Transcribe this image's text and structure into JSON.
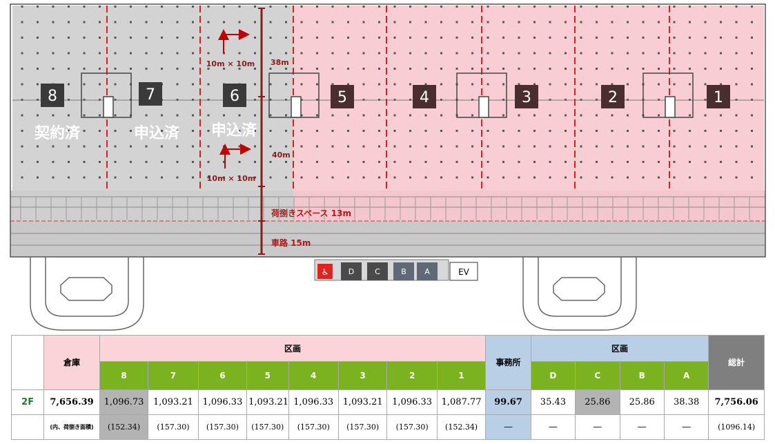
{
  "floor_plan": {
    "sections": [
      {
        "label": "8",
        "status": "契約済"
      },
      {
        "label": "7",
        "status": "申込済"
      },
      {
        "label": "6",
        "status": "申込済"
      },
      {
        "label": "5",
        "status": ""
      },
      {
        "label": "4",
        "status": ""
      },
      {
        "label": "3",
        "status": ""
      },
      {
        "label": "2",
        "status": ""
      },
      {
        "label": "1",
        "status": ""
      }
    ],
    "grid_label": "10m × 10m",
    "dim_top": "38m",
    "dim_bottom": "40m",
    "loading_space": "荷捌きスペース 13m",
    "road": "車路 15m",
    "offices": [
      "D",
      "C",
      "B",
      "A"
    ],
    "elevator": "EV",
    "colors": {
      "contracted": "#d4d4d4",
      "available": "#f8cdd3",
      "dimension": "#8b1a1a",
      "block": "#4a2e2e"
    }
  },
  "table": {
    "warehouse_header": "倉庫",
    "section_header": "区画",
    "office_header": "事務所",
    "total_header": "総計",
    "warehouse_cols": [
      "8",
      "7",
      "6",
      "5",
      "4",
      "3",
      "2",
      "1"
    ],
    "office_cols": [
      "D",
      "C",
      "B",
      "A"
    ],
    "row_2f": {
      "floor": "2F",
      "warehouse_total": "7,656.39",
      "warehouse_values": [
        "1,096.73",
        "1,093.21",
        "1,096.33",
        "1,093.21",
        "1,096.33",
        "1,093.21",
        "1,096.33",
        "1,087.77"
      ],
      "office_total": "99.67",
      "office_values": [
        "35.43",
        "25.86",
        "25.86",
        "38.38"
      ],
      "grand_total": "7,756.06"
    },
    "row_sub": {
      "label": "(内、荷捌き面積)",
      "warehouse_values": [
        "(152.34)",
        "(157.30)",
        "(157.30)",
        "(157.30)",
        "(157.30)",
        "(157.30)",
        "(157.30)",
        "(152.34)"
      ],
      "office_total": "—",
      "office_values": [
        "—",
        "—",
        "—",
        "—"
      ],
      "grand_total": "(1096.14)"
    }
  }
}
